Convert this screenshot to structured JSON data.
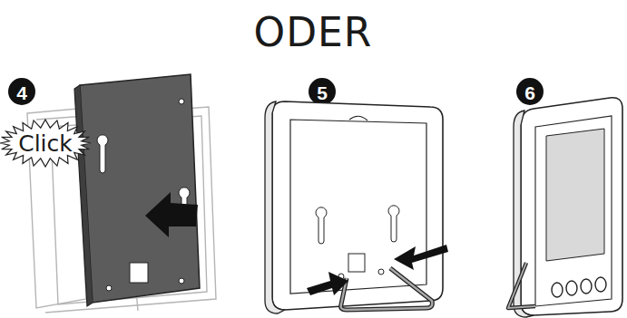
{
  "diagram": {
    "title": "ODER",
    "labels": [
      "4",
      "5",
      "6",
      "Click"
    ]
  }
}
